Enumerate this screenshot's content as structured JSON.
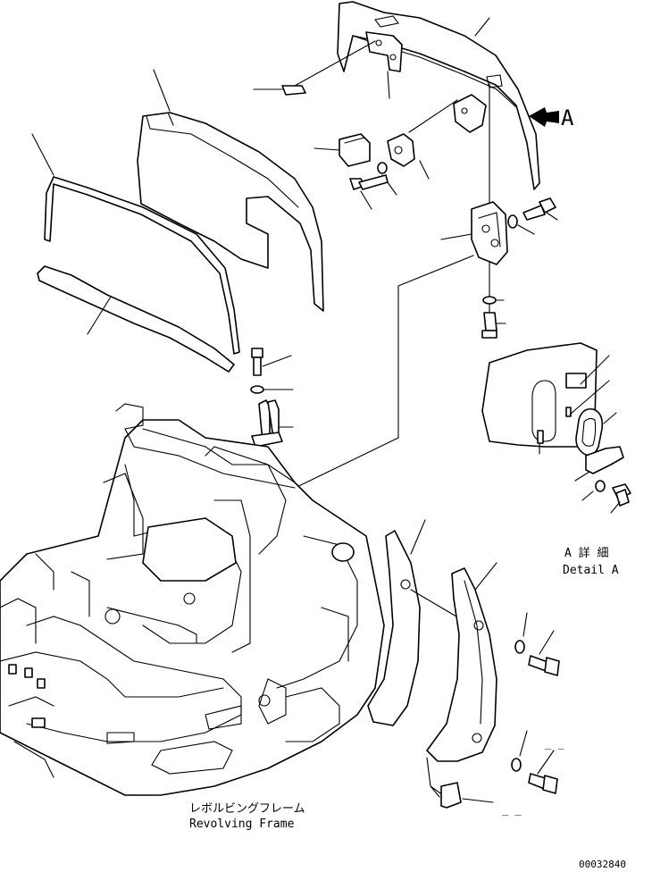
{
  "view_label": {
    "letter": "A"
  },
  "detail_caption": {
    "jp": "A 詳 細",
    "en": "Detail A"
  },
  "frame_caption": {
    "jp": "レボルビングフレーム",
    "en": "Revolving Frame"
  },
  "drawing_number": "00032840",
  "blank_callouts": [
    "_ _",
    "_ _"
  ]
}
